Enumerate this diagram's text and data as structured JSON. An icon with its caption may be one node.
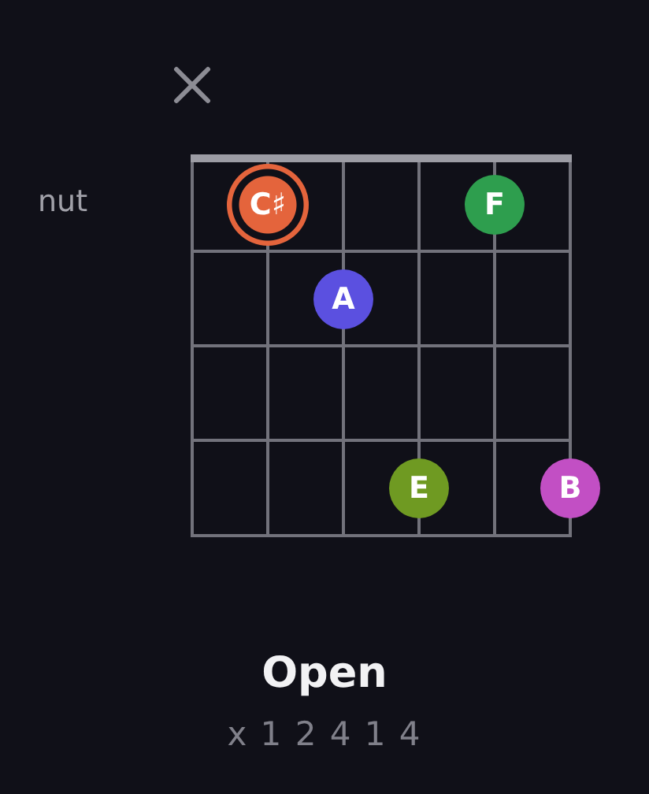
{
  "diagram": {
    "title": "Open",
    "nodes": [
      {
        "text": [
          "C♯"
        ]
      },
      {
        "text": [
          "F"
        ]
      },
      {
        "text": [
          "A"
        ]
      },
      {
        "text": [
          "E"
        ]
      },
      {
        "text": [
          "B"
        ]
      }
    ],
    "labels": [
      "nut",
      "x 1 2 4 1 4"
    ]
  }
}
